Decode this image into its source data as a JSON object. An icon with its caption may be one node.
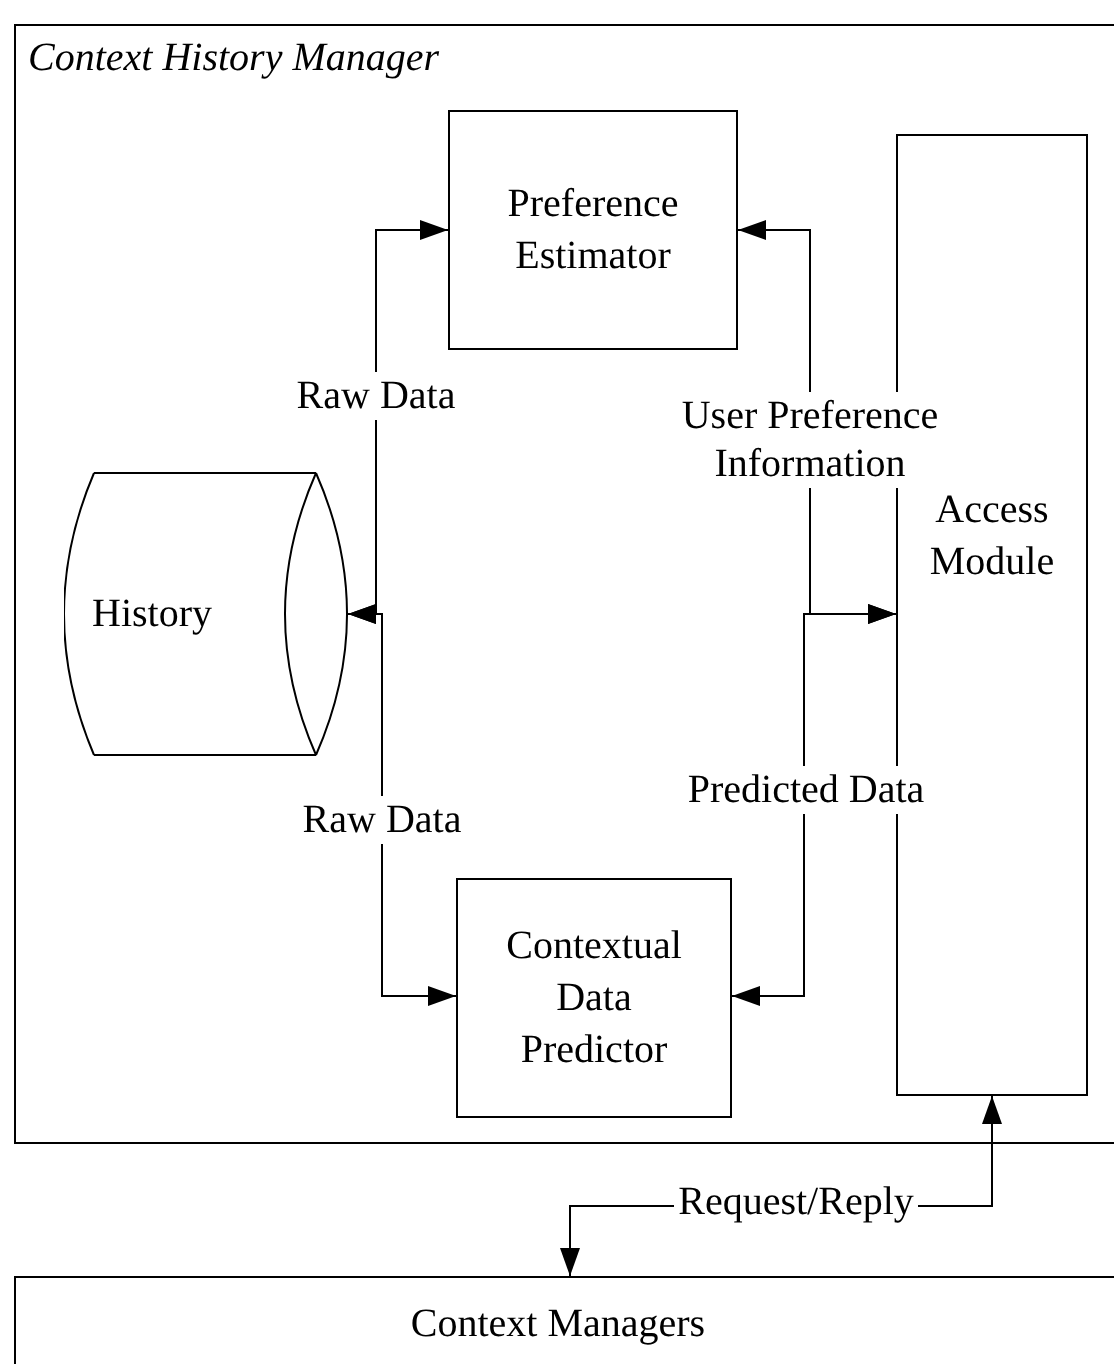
{
  "diagram": {
    "nodes": [
      {
        "text": [
          "Context History Manager"
        ]
      },
      {
        "text": [
          "Preference Estimator"
        ],
        "in": 0
      },
      {
        "text": [
          "Access Module"
        ],
        "in": 0
      },
      {
        "text": [
          "History"
        ],
        "in": 0
      },
      {
        "text": [
          "Contextual Data Predictor"
        ],
        "in": 0
      },
      {
        "text": [
          "Context Managers"
        ]
      }
    ],
    "edges": [
      {
        "from": 3,
        "to": 1,
        "arrow": "both",
        "label": "Raw Data"
      },
      {
        "from": 3,
        "to": 4,
        "arrow": "both",
        "label": "Raw Data"
      },
      {
        "from": 1,
        "to": 2,
        "arrow": "both",
        "label": "User Preference Information"
      },
      {
        "from": 4,
        "to": 2,
        "arrow": "both",
        "label": "Predicted Data"
      },
      {
        "from": 2,
        "to": 5,
        "arrow": "both",
        "label": "Request/Reply"
      }
    ]
  }
}
